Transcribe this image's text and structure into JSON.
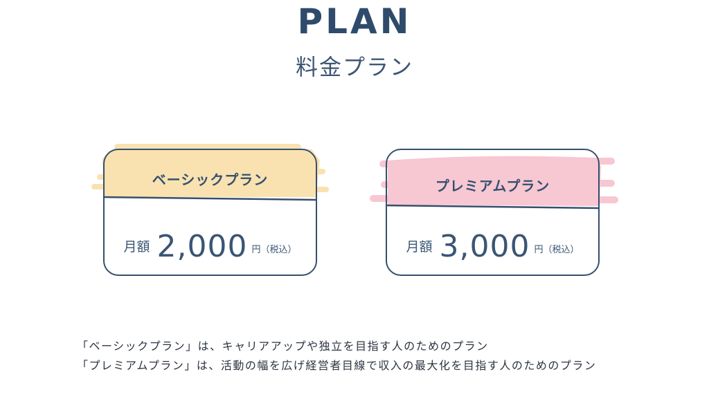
{
  "header": {
    "title_en": "PLAN",
    "title_ja": "料金プラン"
  },
  "plans": [
    {
      "name": "ベーシックプラン",
      "price_label": "月額",
      "price": "2,000",
      "unit": "円（税込）",
      "highlight_color": "#f9e2b0"
    },
    {
      "name": "プレミアムプラン",
      "price_label": "月額",
      "price": "3,000",
      "unit": "円（税込）",
      "highlight_color": "#f7c7d2"
    }
  ],
  "notes": [
    "「ベーシックプラン」は、キャリアアップや独立を目指す人のためのプラン",
    "「プレミアムプラン」は、活動の幅を広げ経営者目線で収入の最大化を目指す人のためのプラン"
  ],
  "colors": {
    "navy": "#33506f",
    "text": "#2c3440"
  }
}
